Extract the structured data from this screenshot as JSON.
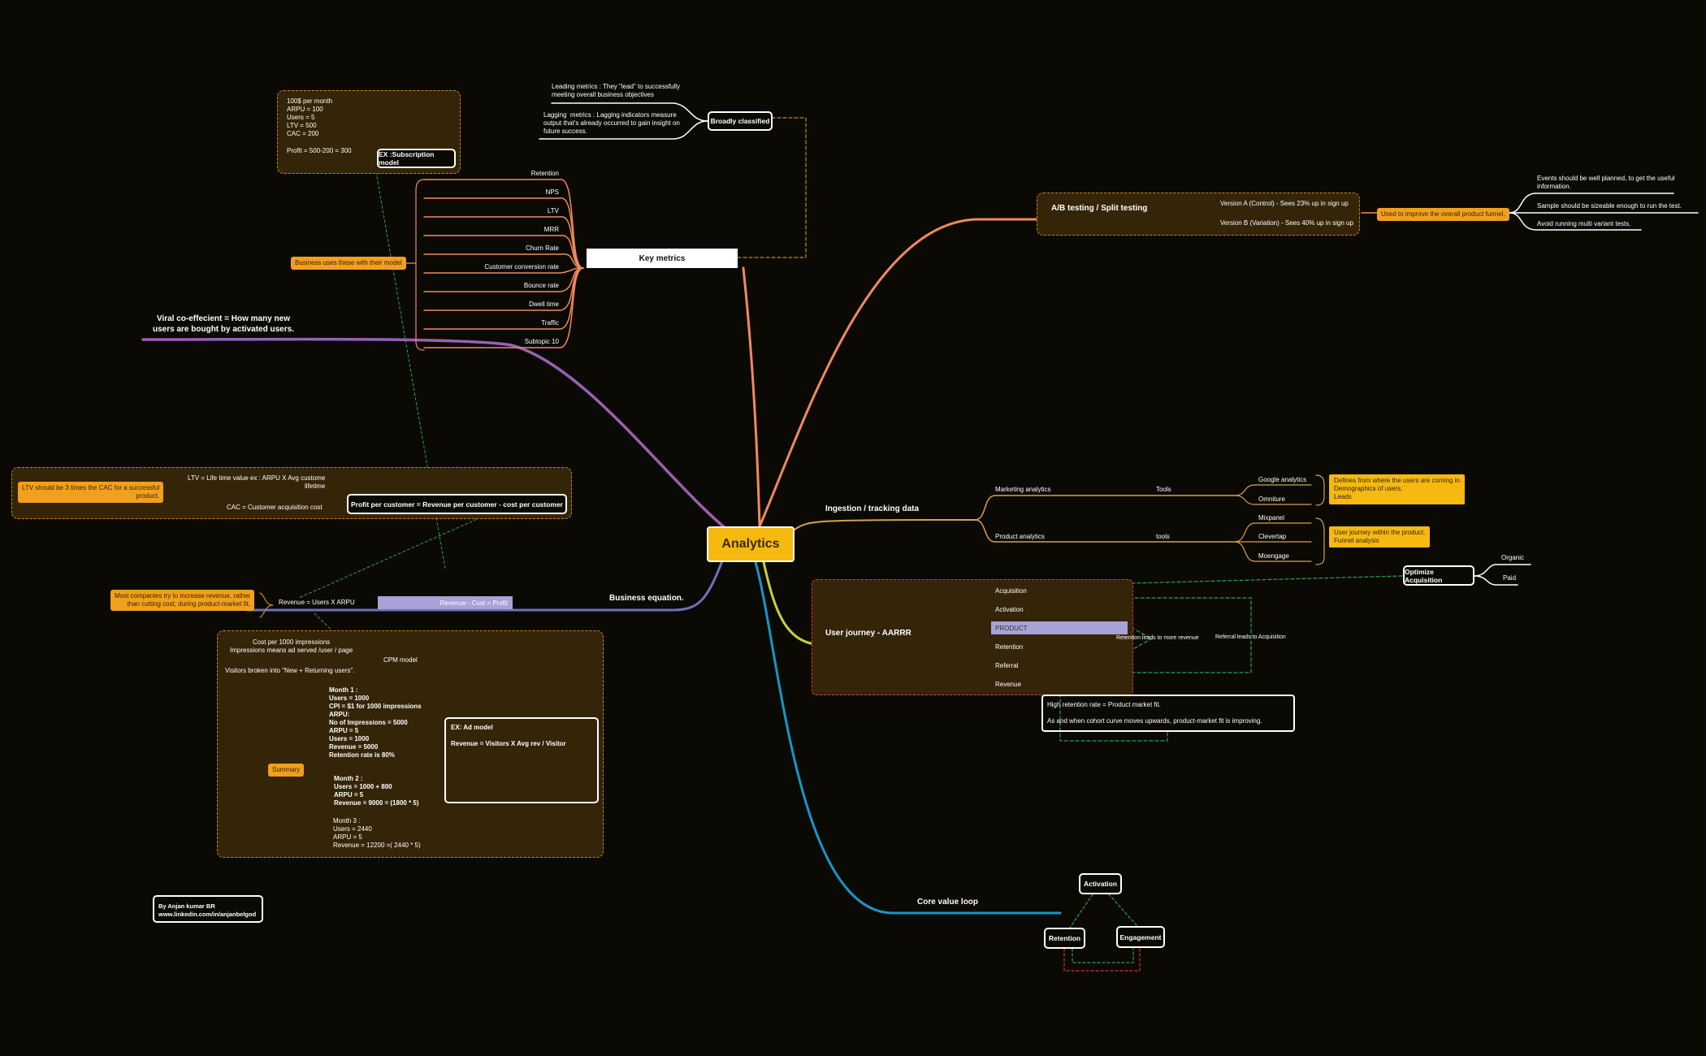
{
  "central": "Analytics",
  "key_metrics": {
    "title": "Key metrics",
    "items": [
      "Retention",
      "NPS",
      "LTV",
      "MRR",
      "Churn Rate",
      "Customer conversion rate",
      "Bounce rate",
      "Dwell time",
      "Traffic",
      "Subtopic 10"
    ],
    "broadly_classified": "Broadly classified",
    "leading": "Leading metrics : They \"lead\" to successfully\nmeeting overall business objectives",
    "lagging": "Lagging  metrics : Lagging indicators measure\noutput that's already occurred to gain insight on\nfuture success.",
    "business_uses": "Business uses these with their model",
    "subscription": {
      "label": "EX :Subscription model",
      "values": "100$ per month\nARPU = 100\nUsers = 5\nLTV = 500\nCAC = 200",
      "profit": "Profit = 500-200 = 300"
    }
  },
  "viral": "Viral co-effecient = How many new\nusers are bought by activated users.",
  "ltv_group": {
    "note": "LTV should be 3 times the CAC for a successful\nproduct.",
    "ltv": "LTV = Life time value ex : ARPU X Avg custome\nlifetime",
    "cac": "CAC = Customer acquisition cost",
    "profit": "Profit per customer = Revenue per customer - cost per customer"
  },
  "business_equation": {
    "title": "Business equation.",
    "revenue": "Revenue = Users X ARPU",
    "profit": "Revenue - Cost = Profit",
    "note": "Most companies try to increase revenue, rather\nthan cutting cost, during product-market fit."
  },
  "ad_model": {
    "cost_per": "Cost per 1000 impressions\nImpressions means ad served /user / page",
    "visitors": "Visitors broken into \"New + Returning users\".",
    "cpm": "CPM model",
    "summary": "Summary",
    "month1": "Month 1 :\nUsers = 1000\nCPI = $1 for 1000 impressions\nARPU:\nNo of Impressions = 5000\nARPU = 5\nUsers = 1000\nRevenue = 5000\nRetention rate is 80%",
    "month2": "Month 2 :\nUsers = 1000 + 800\nARPU = 5\nRevenue = 9000 = (1800 * 5)",
    "month3": "Month 3 :\nUsers = 2440\nARPU = 5\nRevenue = 12200 =( 2440 * 5)",
    "ex_title": "EX: Ad model",
    "ex_formula": "Revenue = Visitors X Avg rev / Visitor"
  },
  "author": "By Anjan kumar BR\nwww.linkedin.com/in/anjanbelgod",
  "ab_testing": {
    "title": "A/B testing / Split testing",
    "version_a": "Version A (Control) - Sees 23% up in sign up",
    "version_b": "Version B (Variation) - Sees 40% up in sign up",
    "used_to": "Used to improve the overall product funnel.",
    "notes": [
      "Events should be well planned, to get the useful\ninformation.",
      "Sample should be sizeable enough to run the test.",
      "Avoid running multi variant tests."
    ]
  },
  "ingestion": {
    "title": "Ingestion / tracking data",
    "marketing": "Marketing analytics",
    "product": "Product analytics",
    "tools_1": "Tools",
    "tools_2": "tools",
    "marketing_tools": [
      "Google analytics",
      "Omniture"
    ],
    "product_tools": [
      "Mixpanel",
      "Clevertap",
      "Moengage"
    ],
    "marketing_note": "Defines from where the users are coming in.\nDemographics of users.\nLeads",
    "product_note": "User journey within the product.\nFunnel analysis"
  },
  "user_journey": {
    "title": "User journey - AARRR",
    "stages": [
      "Acquisition",
      "Activation",
      "PRODUCT",
      "Retention",
      "Referral",
      "Revenue"
    ],
    "retention_note": "Retention leads to more revenue",
    "referral_note": "Referral leads to Acquisition",
    "optimize": "Optimize Acquisition",
    "channels": [
      "Organic",
      "Paid"
    ],
    "high_retention": "High retention rate = Product market fit.\n\nAs and when cohort curve moves upwards, product-market fit is improving."
  },
  "core_loop": {
    "title": "Core value loop",
    "activation": "Activation",
    "retention": "Retention",
    "engagement": "Engagement"
  },
  "colors": {
    "background": "#0b0904",
    "central": "#f5b90f",
    "key_metrics_branch": "#f08a5d",
    "viral_branch": "#9a5fb6",
    "business_branch": "#6e6fc0",
    "core_loop_branch": "#1597c8",
    "user_journey_branch": "#c8cf3a",
    "ingestion_branch": "#d6a24c",
    "tag": "#f0a01c",
    "dashed_connector": "#28a745"
  }
}
